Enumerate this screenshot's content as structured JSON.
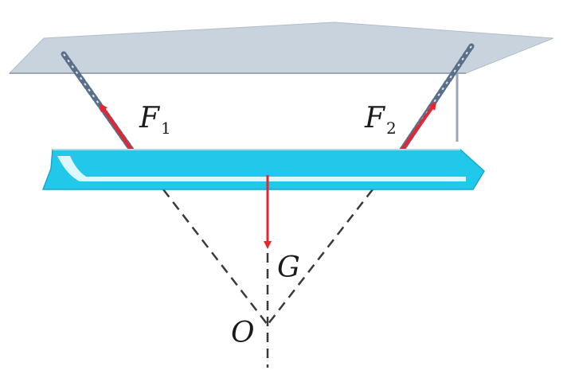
{
  "labels": {
    "force_left": "F",
    "force_left_sub": "1",
    "force_right": "F",
    "force_right_sub": "2",
    "gravity": "G",
    "point": "O"
  },
  "colors": {
    "ceiling": "#c9d3dd",
    "ceiling_edge": "#9aa6b2",
    "beam": "#22c8ea",
    "beam_highlight": "#ffffff",
    "arrow": "#e8242e",
    "chain": "#5a6f8a",
    "dashed": "#3a3a3a"
  },
  "icons": {
    "ceiling": "ceiling-plane",
    "beam": "beam",
    "chain": "chain"
  }
}
